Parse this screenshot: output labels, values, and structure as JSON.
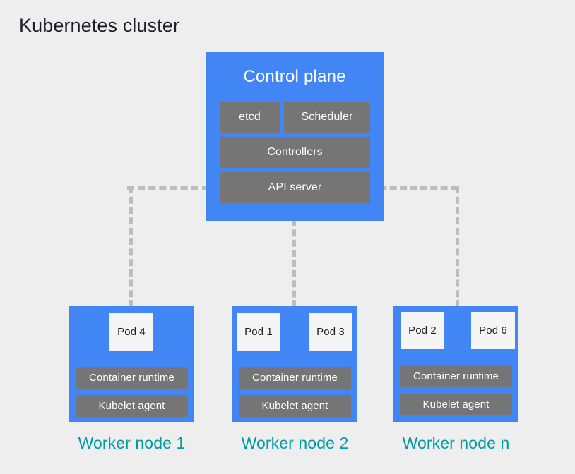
{
  "page": {
    "title": "Kubernetes cluster",
    "background_color": "#eeeeee",
    "title_color": "#202124"
  },
  "colors": {
    "node_blue": "#4285f4",
    "component_gray": "#757575",
    "pod_white": "#f5f5f5",
    "caption_teal": "#009ca6",
    "connector_gray": "#bdbdbd"
  },
  "control_plane": {
    "title": "Control plane",
    "components": [
      {
        "label": "etcd"
      },
      {
        "label": "Scheduler"
      },
      {
        "label": "Controllers"
      },
      {
        "label": "API server"
      }
    ]
  },
  "worker_nodes": [
    {
      "caption": "Worker node 1",
      "pods": [
        {
          "label": "Pod 4"
        }
      ],
      "runtime": "Container runtime",
      "kubelet": "Kubelet agent"
    },
    {
      "caption": "Worker node 2",
      "pods": [
        {
          "label": "Pod 1"
        },
        {
          "label": "Pod 3"
        }
      ],
      "runtime": "Container runtime",
      "kubelet": "Kubelet agent"
    },
    {
      "caption": "Worker node n",
      "pods": [
        {
          "label": "Pod 2"
        },
        {
          "label": "Pod 6"
        }
      ],
      "runtime": "Container runtime",
      "kubelet": "Kubelet agent"
    }
  ],
  "connectors": [
    {
      "name": "api-server-to-worker-1",
      "style": "dashed"
    },
    {
      "name": "control-plane-to-worker-2",
      "style": "dashed"
    },
    {
      "name": "api-server-to-worker-n",
      "style": "dashed"
    }
  ]
}
